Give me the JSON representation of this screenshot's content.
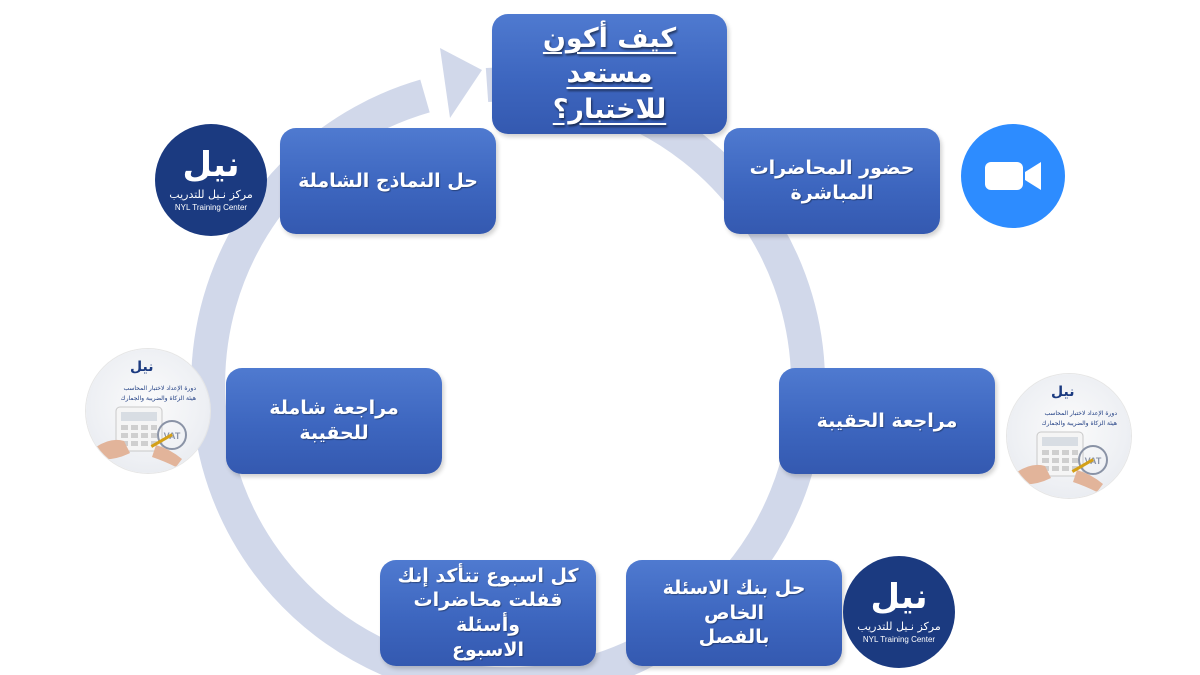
{
  "title": "كيف أكون مستعد\nللاختبار؟",
  "steps": {
    "live_lectures": "حضور المحاضرات\nالمباشرة",
    "bag_review": "مراجعة الحقيبة",
    "question_bank": "حل بنك الاسئلة الخاص\nبالفصل",
    "weekly_check": "كل اسبوع تتأكد إنك\nقفلت محاضرات وأسئلة\nالاسبوع",
    "full_bag_review": "مراجعة شاملة للحقيبة",
    "full_models": "حل النماذج الشاملة"
  },
  "logo": {
    "mark": "نيل",
    "arabic": "مركز نـيل للتدريب",
    "english": "NYL Training Center"
  },
  "book": {
    "line1": "دورة الإعداد لاختبار المحاسب",
    "line2": "هيئة الزكاة والضريبة والجمارك"
  },
  "icons": {
    "video": "video-camera-icon",
    "calculator": "calculator-icon",
    "vat_stamp": "VAT"
  },
  "colors": {
    "box": "#4472c4",
    "ring": "#d1d8ea",
    "logo_bg": "#1b3a80",
    "zoom_bg": "#2d8cff"
  }
}
